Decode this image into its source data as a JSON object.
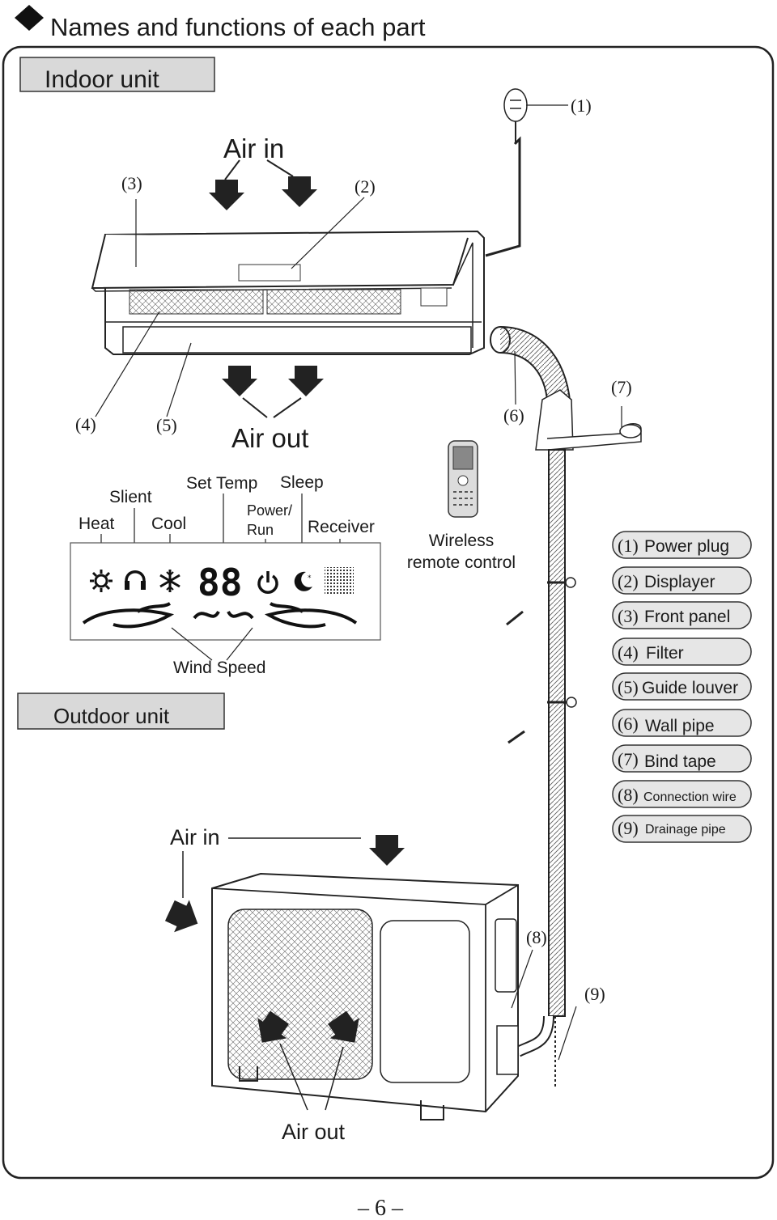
{
  "title": "Names and functions of each part",
  "sections": {
    "indoor": "Indoor unit",
    "outdoor": "Outdoor unit"
  },
  "flow_labels": {
    "indoor_air_in": "Air in",
    "indoor_air_out": "Air out",
    "outdoor_air_in": "Air in",
    "outdoor_air_out": "Air out"
  },
  "callouts": [
    "(1)",
    "(2)",
    "(3)",
    "(4)",
    "(5)",
    "(6)",
    "(7)",
    "(8)",
    "(9)"
  ],
  "display_panel": {
    "labels": {
      "heat": "Heat",
      "slient": "Slient",
      "cool": "Cool",
      "set_temp": "Set Temp",
      "sleep": "Sleep",
      "power_run_1": "Power/",
      "power_run_2": "Run",
      "receiver": "Receiver",
      "wind_speed": "Wind Speed"
    },
    "digits": "88"
  },
  "remote": {
    "line1": "Wireless",
    "line2": "remote control"
  },
  "legend": [
    {
      "num": "(1)",
      "label": "Power plug"
    },
    {
      "num": "(2)",
      "label": "Displayer"
    },
    {
      "num": "(3)",
      "label": "Front panel"
    },
    {
      "num": "(4)",
      "label": "Filter"
    },
    {
      "num": "(5)",
      "label": "Guide louver"
    },
    {
      "num": "(6)",
      "label": "Wall pipe"
    },
    {
      "num": "(7)",
      "label": "Bind tape"
    },
    {
      "num": "(8)",
      "label": "Connection wire"
    },
    {
      "num": "(9)",
      "label": "Drainage pipe"
    }
  ],
  "page_number": "– 6 –",
  "colors": {
    "ink": "#1a1a1a",
    "section_fill": "#d9d9d9",
    "pill_fill": "#e6e6e6"
  },
  "icons": [
    "diamond-bullet-icon",
    "sun-icon",
    "silent-icon",
    "snowflake-icon",
    "power-icon",
    "moon-icon",
    "receiver-icon",
    "air-arrow-icon"
  ]
}
